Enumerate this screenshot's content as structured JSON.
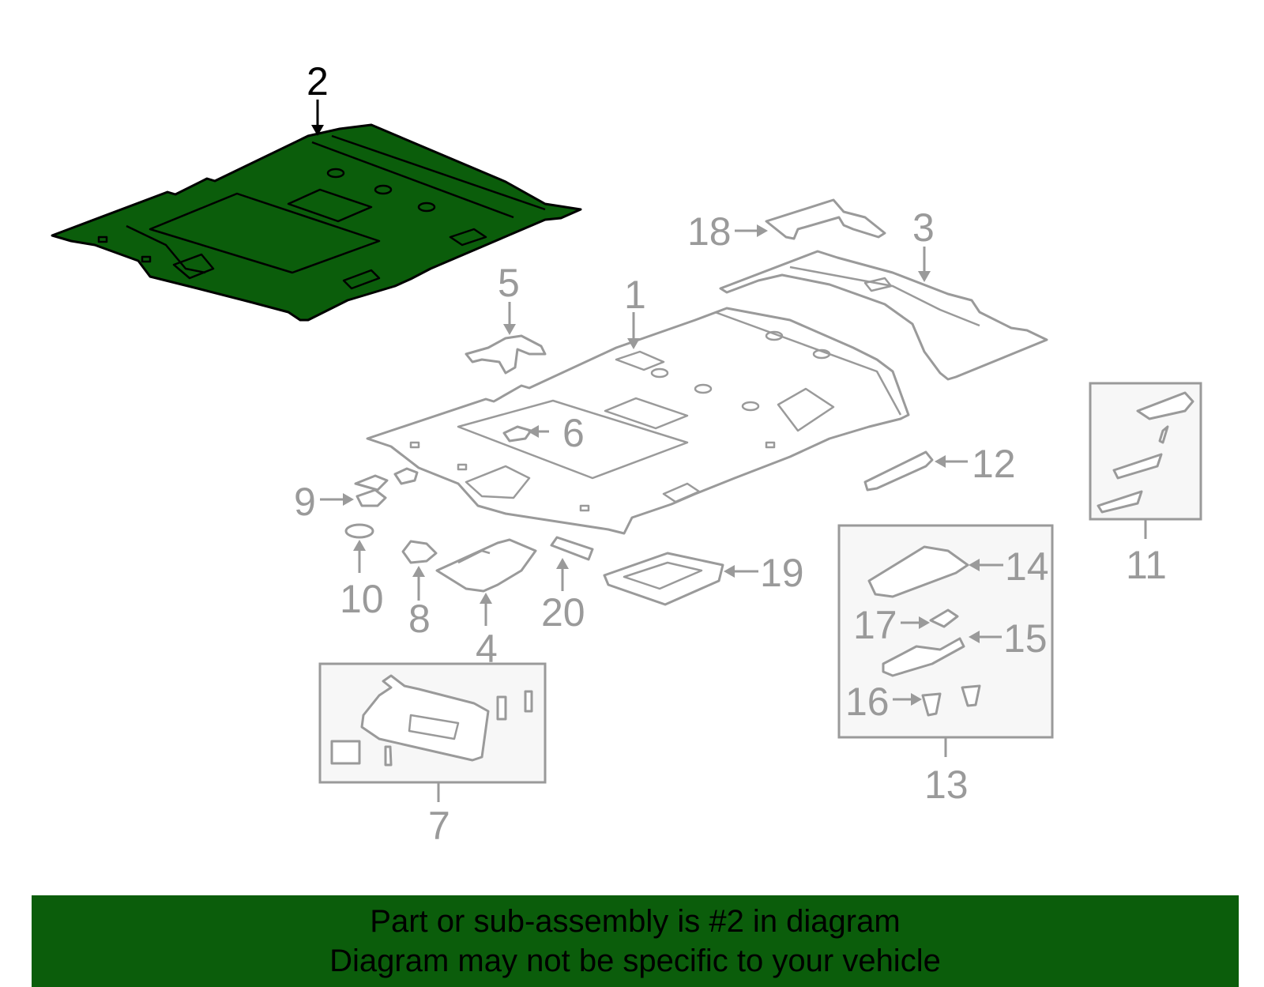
{
  "callouts": {
    "c1": "1",
    "c2": "2",
    "c3": "3",
    "c4": "4",
    "c5": "5",
    "c6": "6",
    "c7": "7",
    "c8": "8",
    "c9": "9",
    "c10": "10",
    "c11": "11",
    "c12": "12",
    "c13": "13",
    "c14": "14",
    "c15": "15",
    "c16": "16",
    "c17": "17",
    "c18": "18",
    "c19": "19",
    "c20": "20"
  },
  "banner": {
    "line1": "Part or sub-assembly is #2 in diagram",
    "line2": "Diagram may not be specific to your vehicle"
  },
  "colors": {
    "highlight": "#0b5d0b",
    "part_outline": "#9a9a9a",
    "highlight_outline": "#000000"
  }
}
